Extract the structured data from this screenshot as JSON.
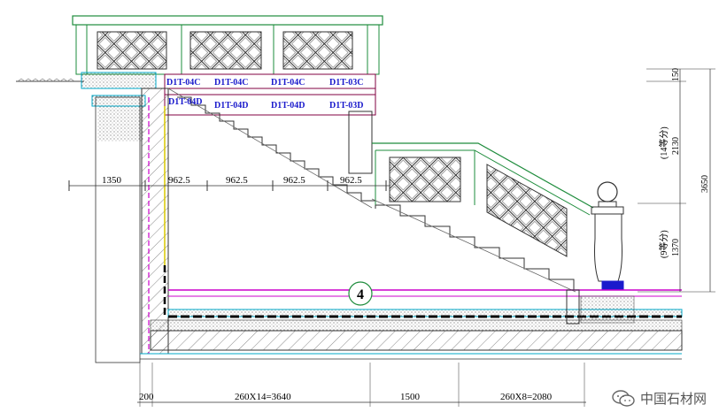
{
  "drawing": {
    "callout_number": "4",
    "codes": [
      {
        "id": "c1",
        "text": "D1T-04C"
      },
      {
        "id": "c2",
        "text": "D1T-04C"
      },
      {
        "id": "c3",
        "text": "D1T-04C"
      },
      {
        "id": "c4",
        "text": "D1T-03C"
      },
      {
        "id": "c5",
        "text": "D1T-04D"
      },
      {
        "id": "c6",
        "text": "D1T-04D"
      },
      {
        "id": "c7",
        "text": "D1T-04D"
      },
      {
        "id": "c8",
        "text": "D1T-03D"
      }
    ],
    "horizontal_dims": [
      {
        "id": "h1",
        "text": "1350"
      },
      {
        "id": "h2",
        "text": "962.5"
      },
      {
        "id": "h3",
        "text": "962.5"
      },
      {
        "id": "h4",
        "text": "962.5"
      },
      {
        "id": "h5",
        "text": "962.5"
      }
    ],
    "bottom_dims": [
      {
        "id": "b1",
        "text": "200"
      },
      {
        "id": "b2",
        "text": "260X14=3640"
      },
      {
        "id": "b3",
        "text": "1500"
      },
      {
        "id": "b4",
        "text": "260X8=2080"
      }
    ],
    "vertical_dims": [
      {
        "id": "v1",
        "text": "150"
      },
      {
        "id": "v2",
        "text": "2130"
      },
      {
        "id": "v3",
        "text": "(14等分)"
      },
      {
        "id": "v4",
        "text": "3650"
      },
      {
        "id": "v5",
        "text": "1370"
      },
      {
        "id": "v6",
        "text": "(9等分)"
      }
    ]
  },
  "watermark": {
    "text": "中国石材网",
    "icon": "wechat-icon"
  },
  "colors": {
    "green": "#1e8c3c",
    "magenta": "#cc00cc",
    "blue": "#1a1acc",
    "cyan": "#00a8c8",
    "yellow": "#d8c800"
  }
}
